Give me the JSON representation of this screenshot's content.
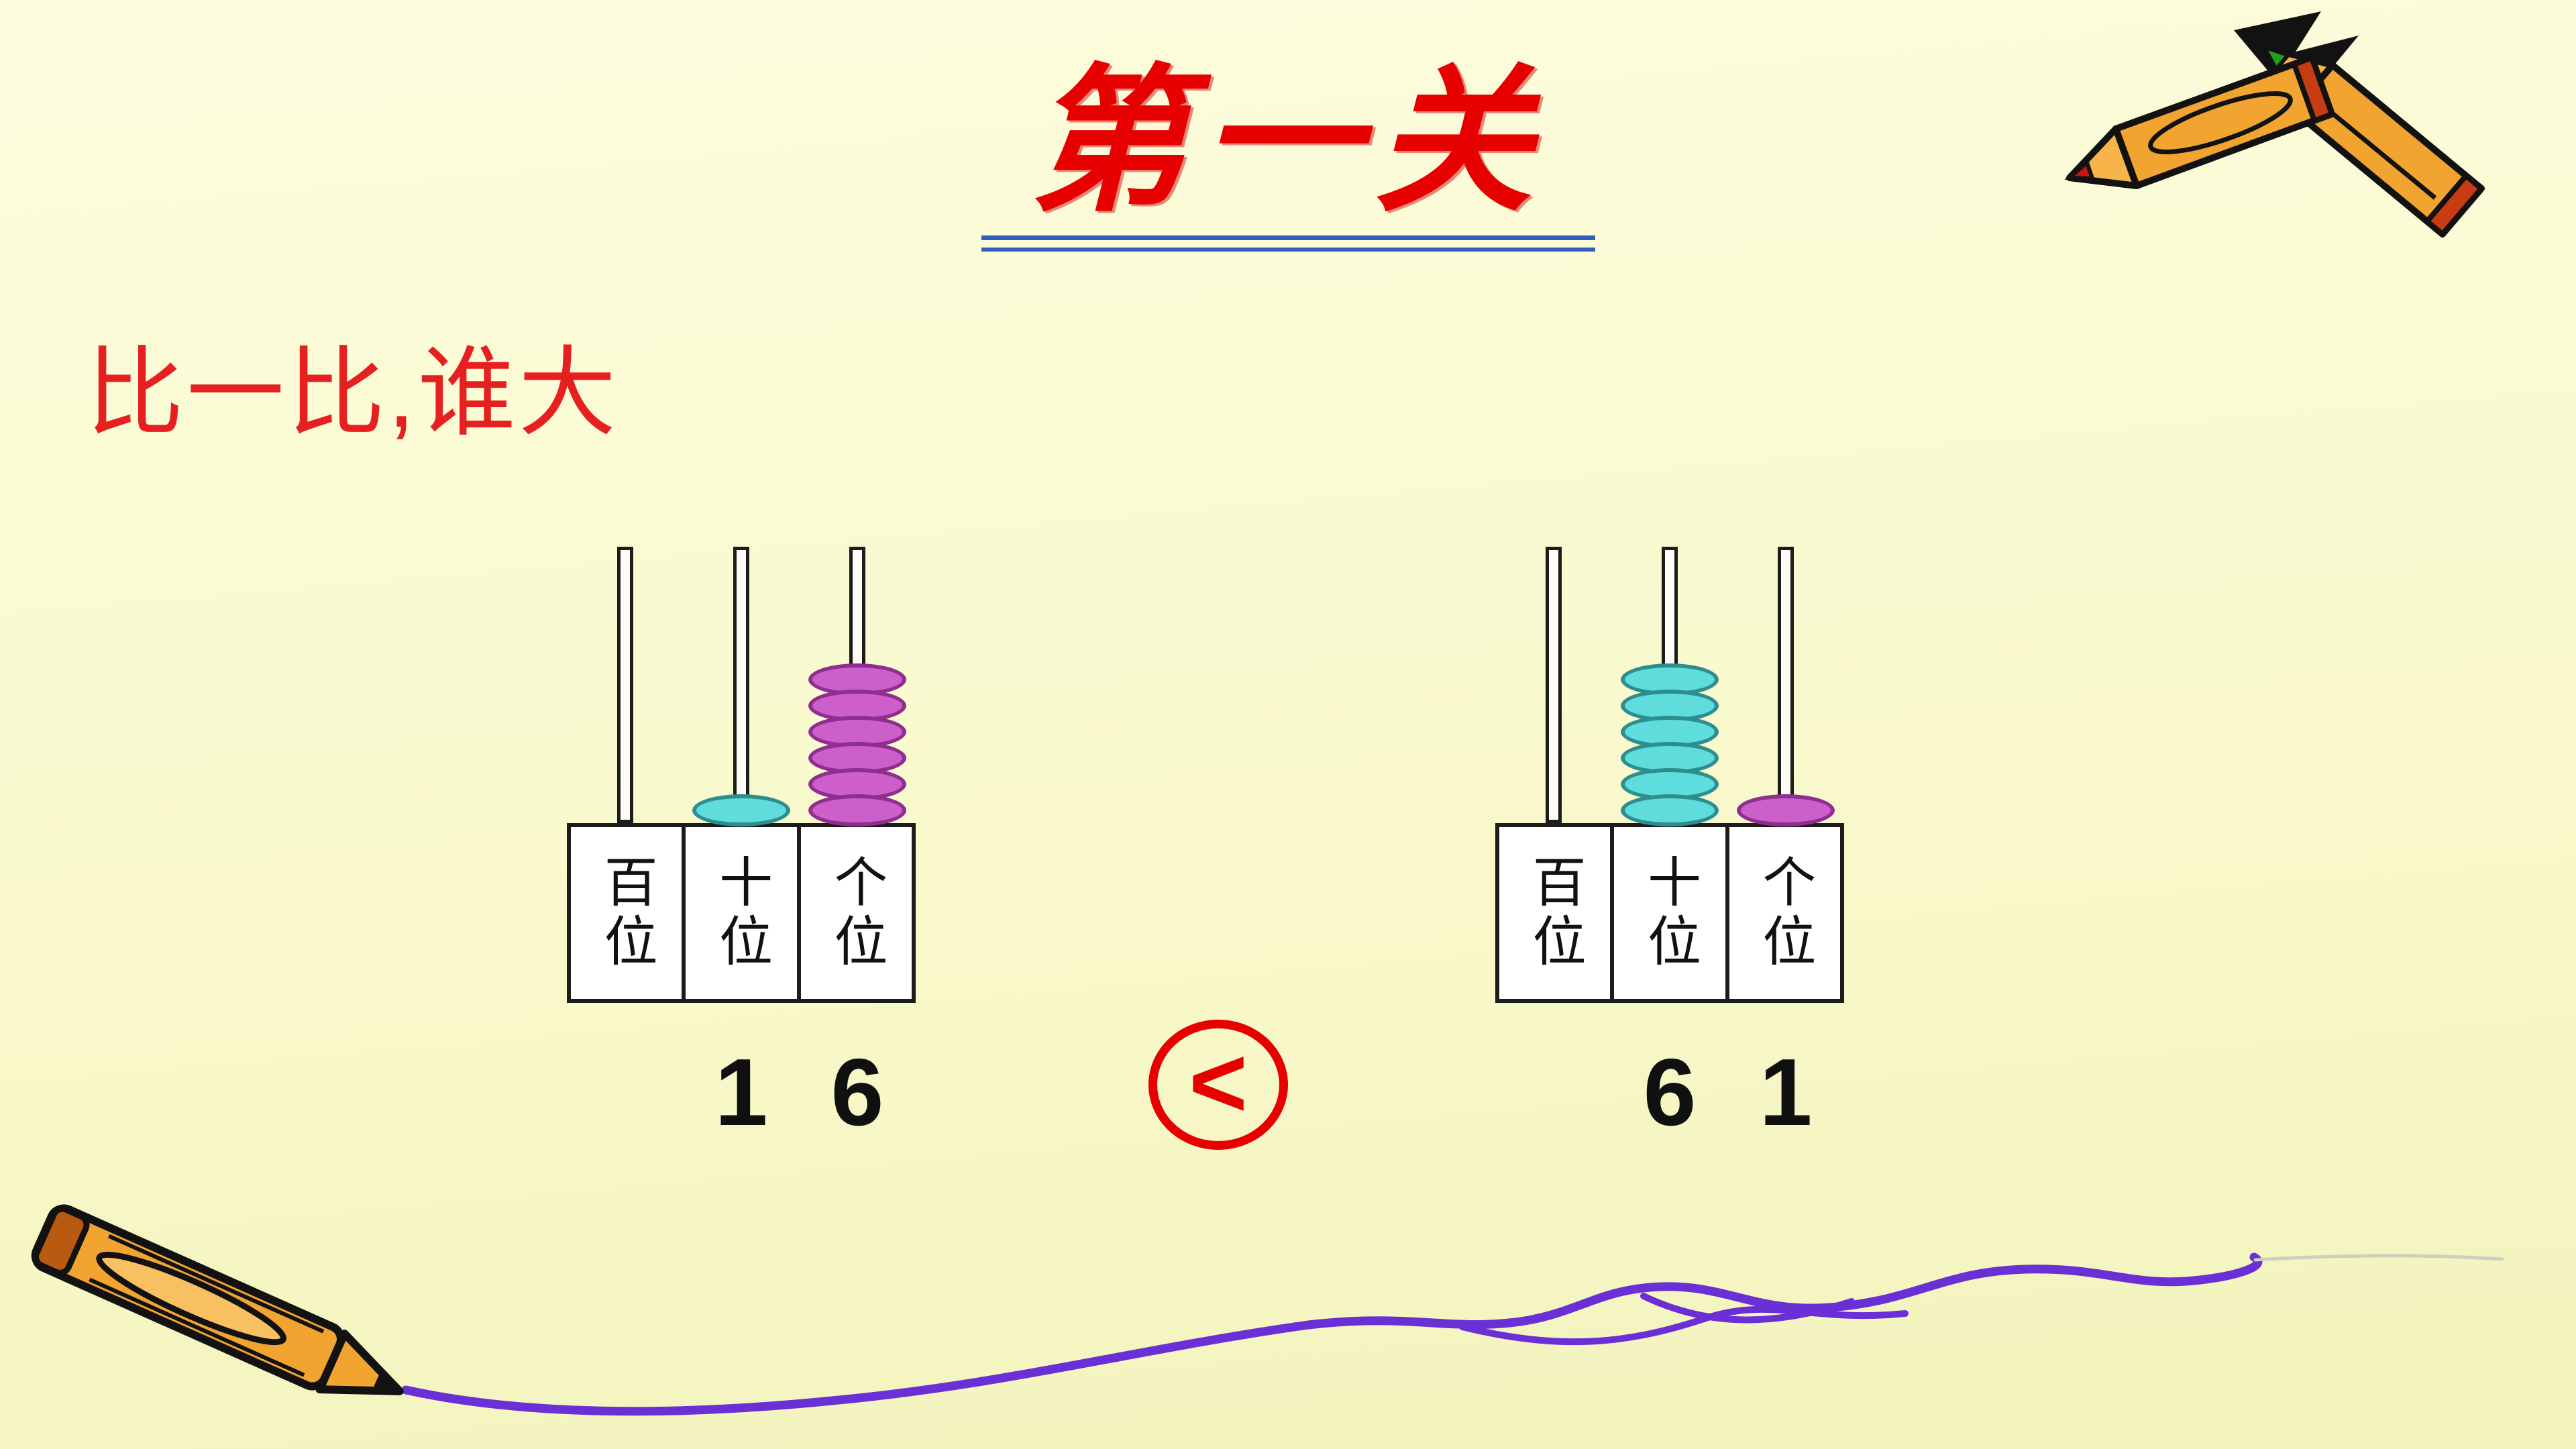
{
  "slide": {
    "title": "第一关",
    "prompt": "比一比,谁大"
  },
  "comparison": {
    "operator": "<",
    "left_value": "16",
    "right_value": "61"
  },
  "abacus_left": {
    "columns": [
      {
        "label": "百位",
        "beads": 0,
        "bead_color": "",
        "bead_border": ""
      },
      {
        "label": "十位",
        "beads": 1,
        "bead_color": "#5FDCDC",
        "bead_border": "#2E8E8E"
      },
      {
        "label": "个位",
        "beads": 6,
        "bead_color": "#CC5FC9",
        "bead_border": "#8E2E8E"
      }
    ],
    "digits": [
      "1",
      "6"
    ]
  },
  "abacus_right": {
    "columns": [
      {
        "label": "百位",
        "beads": 0,
        "bead_color": "",
        "bead_border": ""
      },
      {
        "label": "十位",
        "beads": 6,
        "bead_color": "#5FDCDC",
        "bead_border": "#2E8E8E"
      },
      {
        "label": "个位",
        "beads": 1,
        "bead_color": "#CC5FC9",
        "bead_border": "#8E2E8E"
      }
    ],
    "digits": [
      "6",
      "1"
    ]
  },
  "colors": {
    "title": "#E60000",
    "prompt": "#E62020",
    "underline": "#2E5FBF",
    "digit": "#101010",
    "operator": "#E60000",
    "scribble": "#6B2FD6",
    "scribble-faint": "#CFCFC0",
    "background-top": "#FCFCDE",
    "background-bottom": "#F3F3BC"
  },
  "icons": {
    "top_right": "crossed-crayons-icon",
    "bottom_left": "crayon-scribble-icon"
  }
}
